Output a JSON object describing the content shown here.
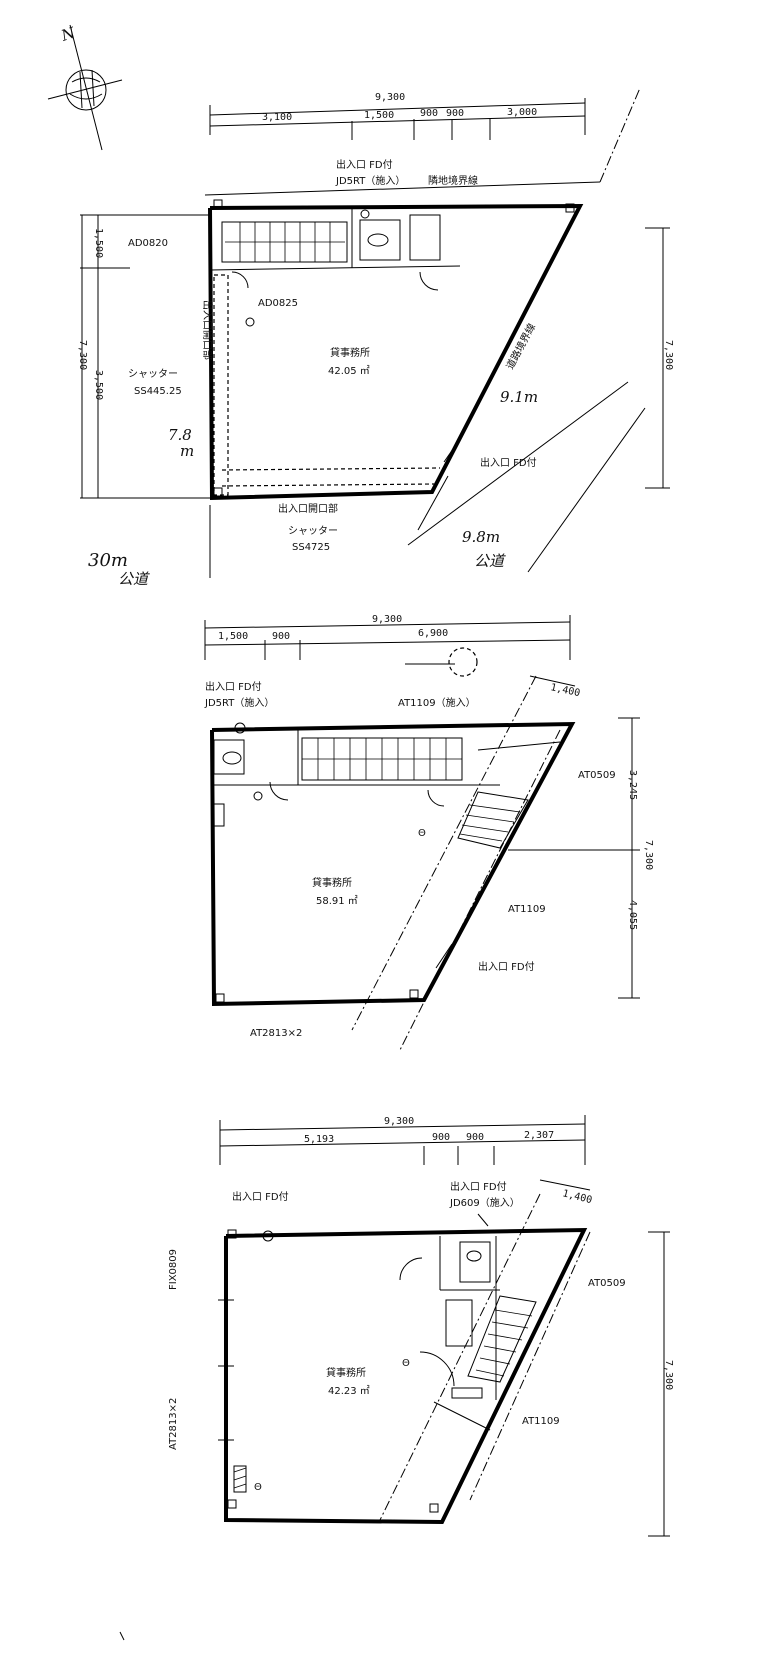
{
  "compass": {
    "north_label": "N"
  },
  "handwritten": {
    "road_width_side": "9.1m",
    "wall_length": "7.8",
    "wall_unit": "m",
    "road_front_width": "9.8m",
    "road_front_kind": "公道",
    "road_main_width": "30m",
    "road_main_kind": "公道"
  },
  "floor1": {
    "overall_width": "9,300",
    "segments": [
      "3,100",
      "1,500",
      "900",
      "900",
      "3,000"
    ],
    "door_note": "出入口 FD付",
    "door_code": "JD5RT（施入）",
    "boundary_note": "隣地境界線",
    "left_dims": [
      "1,500",
      "3,500"
    ],
    "left_total": "7,300",
    "right_total": "7,300",
    "window_upper": "AD0820",
    "window_lower": "AD0825",
    "shutter_side_label": "シャッター",
    "shutter_side_code": "SS445.25",
    "room_name": "貸事務所",
    "room_area": "42.05 ㎡",
    "boundary_diagonal": "道路境界線",
    "diag_door": "出入口 FD付",
    "shutter_front_label": "シャッター",
    "shutter_front_code": "SS4725",
    "front_opening": "出入口開口部",
    "side_opening": "出入口開口部"
  },
  "floor2": {
    "overall_width": "9,300",
    "segments": [
      "1,500",
      "900",
      "6,900"
    ],
    "door_note": "出入口 FD付",
    "door_code": "JD5RT（施入）",
    "window_top": "AT1109（施入）",
    "stair_width": "1,400",
    "right_window": "AT0509",
    "right_dims": [
      "3,245",
      "4,055"
    ],
    "right_total": "7,300",
    "room_name": "貸事務所",
    "room_area": "58.91 ㎡",
    "diag_window": "AT1109",
    "diag_door": "出入口 FD付",
    "bottom_window": "AT2813×2"
  },
  "floor3": {
    "overall_width": "9,300",
    "segments": [
      "5,193",
      "900",
      "900",
      "2,307"
    ],
    "left_door": "出入口 FD付",
    "right_door": "出入口 FD付",
    "right_door_code": "JD609（施入）",
    "stair_width": "1,400",
    "right_window": "AT0509",
    "left_window_upper": "FIX0809",
    "left_window_lower": "AT2813×2",
    "right_total": "7,300",
    "room_name": "貸事務所",
    "room_area": "42.23 ㎡",
    "diag_window": "AT1109"
  }
}
